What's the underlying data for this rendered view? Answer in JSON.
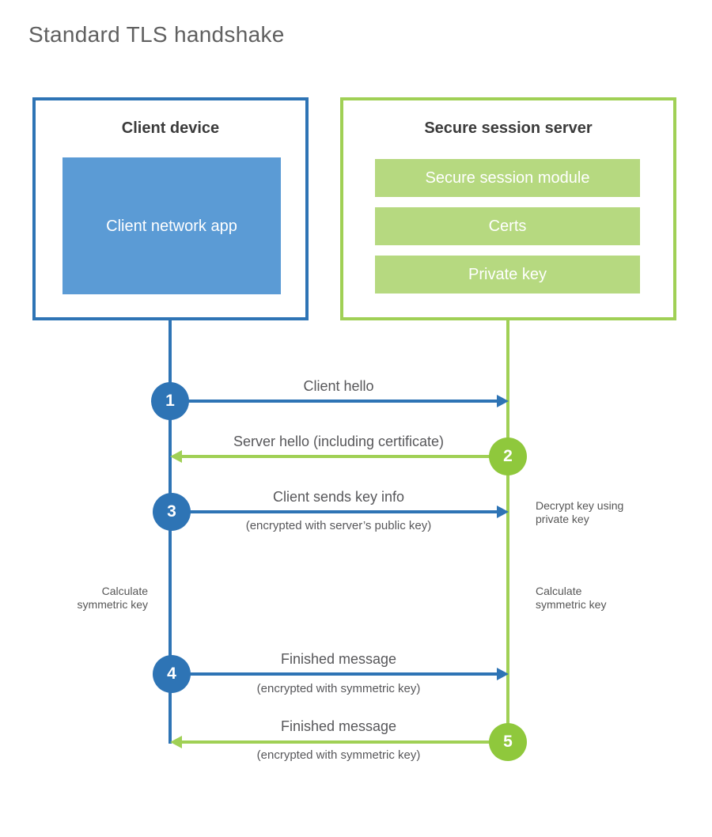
{
  "title": "Standard TLS handshake",
  "colors": {
    "blue": "#2e74b5",
    "blue_fill": "#5b9bd5",
    "green_line": "#a0d055",
    "green_circle": "#8fc83c",
    "green_fill": "#b6d980",
    "label_text": "#57575a",
    "heading_text": "#3b3b3b"
  },
  "client": {
    "title": "Client device",
    "app_label": "Client network app"
  },
  "server": {
    "title": "Secure session server",
    "modules": [
      "Secure session module",
      "Certs",
      "Private key"
    ]
  },
  "steps": [
    {
      "num": "1",
      "direction": "right",
      "label": "Client hello",
      "sublabel": ""
    },
    {
      "num": "2",
      "direction": "left",
      "label": "Server hello (including certificate)",
      "sublabel": ""
    },
    {
      "num": "3",
      "direction": "right",
      "label": "Client sends key info",
      "sublabel": "(encrypted with server’s public key)"
    },
    {
      "num": "4",
      "direction": "right",
      "label": "Finished message",
      "sublabel": "(encrypted with symmetric key)"
    },
    {
      "num": "5",
      "direction": "left",
      "label": "Finished message",
      "sublabel": "(encrypted with symmetric key)"
    }
  ],
  "notes": {
    "decrypt": "Decrypt key using private key",
    "calc_left": "Calculate symmetric key",
    "calc_right": "Calculate symmetric key"
  }
}
